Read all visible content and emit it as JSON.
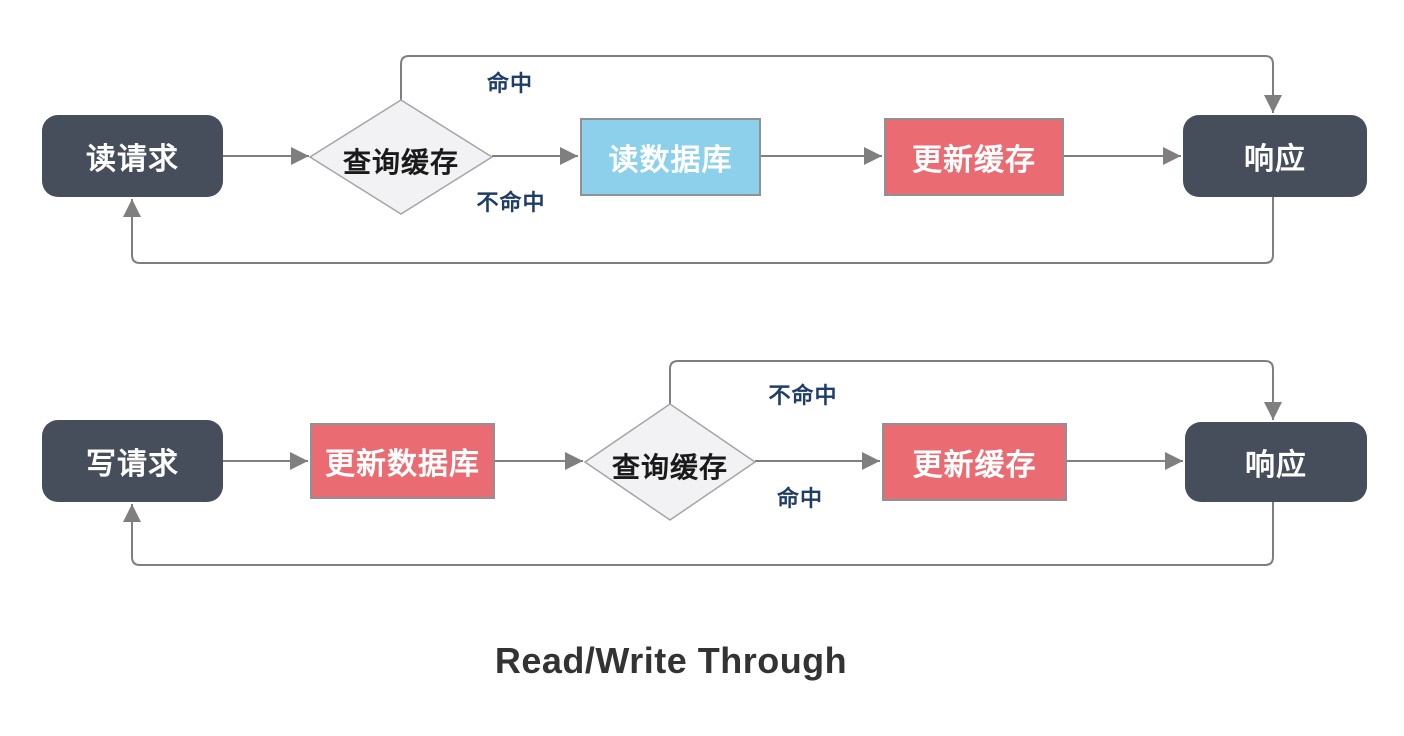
{
  "title": "Read/Write Through",
  "palette": {
    "terminator_fill": "#474E5B",
    "process_blue_fill": "#8DD0EC",
    "process_red_fill": "#EA6C72",
    "decision_fill": "#F2F2F4",
    "decision_stroke": "#A5A5A9",
    "connector": "#7F7F7F",
    "edge_label_text": "#1F3D68",
    "node_text": "#FFFFFF",
    "decision_text": "#1A1A1A",
    "title_text": "#333333"
  },
  "read_flow": {
    "nodes": {
      "request": "读请求",
      "check_cache": "查询缓存",
      "read_db": "读数据库",
      "update_cache": "更新缓存",
      "response": "响应"
    },
    "edges": [
      {
        "from": "读请求",
        "to": "查询缓存",
        "label": ""
      },
      {
        "from": "查询缓存",
        "to": "读数据库",
        "label": "不命中"
      },
      {
        "from": "读数据库",
        "to": "更新缓存",
        "label": ""
      },
      {
        "from": "更新缓存",
        "to": "响应",
        "label": ""
      },
      {
        "from": "查询缓存",
        "to": "响应",
        "label": "命中"
      },
      {
        "from": "响应",
        "to": "读请求",
        "label": ""
      }
    ]
  },
  "write_flow": {
    "nodes": {
      "request": "写请求",
      "update_db": "更新数据库",
      "check_cache": "查询缓存",
      "update_cache": "更新缓存",
      "response": "响应"
    },
    "edges": [
      {
        "from": "写请求",
        "to": "更新数据库",
        "label": ""
      },
      {
        "from": "更新数据库",
        "to": "查询缓存",
        "label": ""
      },
      {
        "from": "查询缓存",
        "to": "更新缓存",
        "label": "命中"
      },
      {
        "from": "更新缓存",
        "to": "响应",
        "label": ""
      },
      {
        "from": "查询缓存",
        "to": "响应",
        "label": "不命中"
      },
      {
        "from": "响应",
        "to": "写请求",
        "label": ""
      }
    ]
  }
}
